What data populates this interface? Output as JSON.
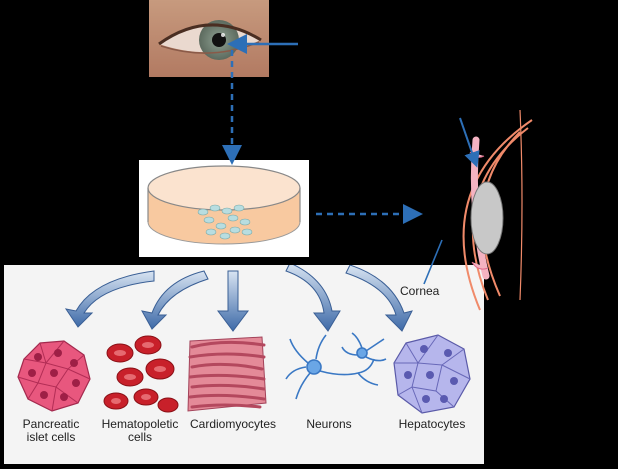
{
  "labels": {
    "cornea": "Cornea"
  },
  "cell_types": [
    {
      "line1": "Pancreatic",
      "line2": "islet cells"
    },
    {
      "line1": "Hematopoletic",
      "line2": "cells"
    },
    {
      "line1": "Cardiomyocytes",
      "line2": ""
    },
    {
      "line1": "Neurons",
      "line2": ""
    },
    {
      "line1": "Hepatocytes",
      "line2": ""
    }
  ],
  "colors": {
    "arrow_blue": "#2d6fb7",
    "dish_medium": "#f8c9a0",
    "cornea_orange": "#f08a6a",
    "lens_gray": "#c8c8c8",
    "pancreatic_pink": "#e8577e",
    "blood_red": "#c8202a",
    "cardio_pink": "#d96a7e",
    "neuron_blue": "#3a78c4",
    "hepato_lavender": "#9a9ad8"
  }
}
